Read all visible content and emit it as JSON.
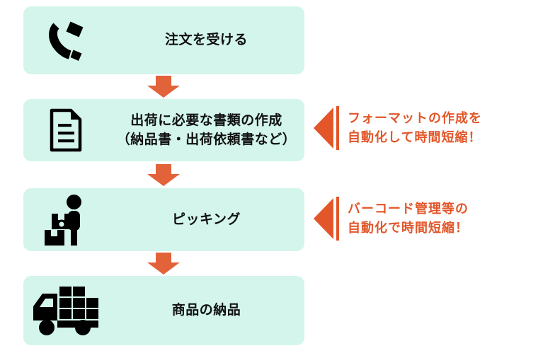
{
  "palette": {
    "box_fill": "#d3f5ec",
    "accent_orange": "#e2623a",
    "note_orange": "#e2562a",
    "icon_black": "#000000",
    "background": "#ffffff"
  },
  "steps": [
    {
      "id": "order",
      "icon": "telephone-receiver-icon",
      "label": "注文を受ける"
    },
    {
      "id": "documents",
      "icon": "document-icon",
      "label": "出荷に必要な書類の作成\n（納品書・出荷依頼書など）"
    },
    {
      "id": "picking",
      "icon": "worker-picking-boxes-icon",
      "label": "ピッキング"
    },
    {
      "id": "delivery",
      "icon": "delivery-truck-icon",
      "label": "商品の納品"
    }
  ],
  "arrows": [
    {
      "id": "arrow-order-to-documents",
      "direction": "down"
    },
    {
      "id": "arrow-documents-to-picking",
      "direction": "down"
    },
    {
      "id": "arrow-picking-to-delivery",
      "direction": "down"
    }
  ],
  "notes": [
    {
      "id": "note-documents",
      "marker": "left-pointing-triangle-icon",
      "text": "フォーマットの作成を\n自動化して時間短縮！"
    },
    {
      "id": "note-picking",
      "marker": "left-pointing-triangle-icon",
      "text": "バーコード管理等の\n自動化で時間短縮！"
    }
  ]
}
